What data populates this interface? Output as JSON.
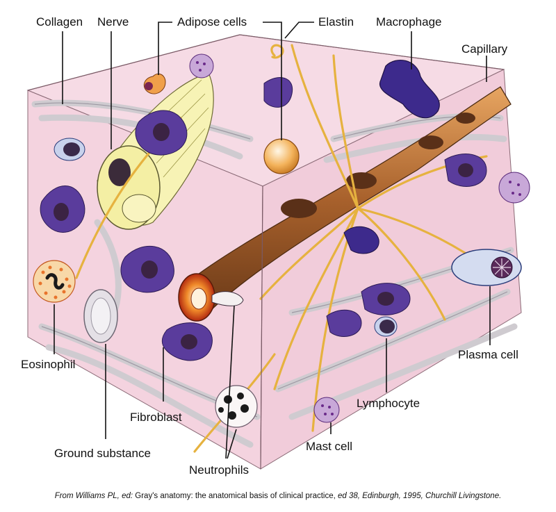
{
  "labels": {
    "collagen": "Collagen",
    "nerve": "Nerve",
    "adipose_cells": "Adipose cells",
    "elastin": "Elastin",
    "macrophage": "Macrophage",
    "capillary": "Capillary",
    "eosinophil": "Eosinophil",
    "plasma_cell": "Plasma cell",
    "lymphocyte": "Lymphocyte",
    "fibroblast": "Fibroblast",
    "ground_substance": "Ground substance",
    "mast_cell": "Mast cell",
    "neutrophils": "Neutrophils"
  },
  "caption": {
    "lead_italic": "From Williams PL, ed:",
    "title": " Gray's anatomy: the anatomical basis of clinical practice,",
    "tail_italic": " ed 38, Edinburgh, 1995, Churchill Livingstone."
  },
  "colors": {
    "ground": "#f3d6e1",
    "fibroblast": "#5b3d9a",
    "elastin": "#e8b64a",
    "capillary": "#9a5a2a",
    "collagen": "#d4d0d4"
  }
}
